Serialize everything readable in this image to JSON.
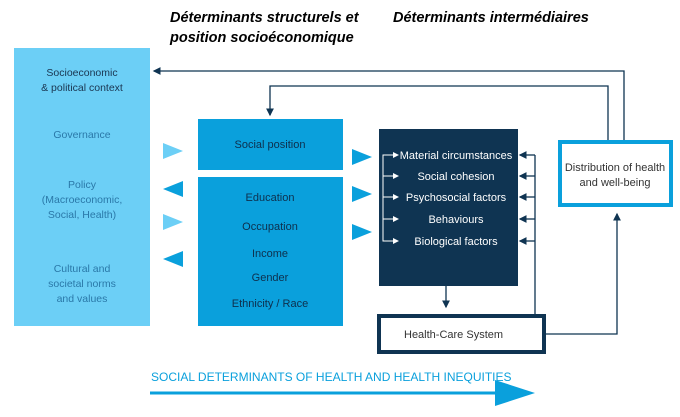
{
  "headers": {
    "structural_line1": "Déterminants structurels et",
    "structural_line2": "position  socioéconomique",
    "intermediate": "Déterminants intermédiaires"
  },
  "context_box": {
    "title_line1": "Socioeconomic",
    "title_line2": "& political context",
    "governance": "Governance",
    "policy_line1": "Policy",
    "policy_line2": "(Macroeconomic,",
    "policy_line3": "Social, Health)",
    "cultural_line1": "Cultural and",
    "cultural_line2": "societal norms",
    "cultural_line3": "and values"
  },
  "social_position": "Social position",
  "stratifiers": [
    "Education",
    "Occupation",
    "Income",
    "Gender",
    "Ethnicity / Race"
  ],
  "intermediary": [
    "Material circumstances",
    "Social cohesion",
    "Psychosocial factors",
    "Behaviours",
    "Biological factors"
  ],
  "health_care": "Health-Care System",
  "distribution_line1": "Distribution of health",
  "distribution_line2": "and well-being",
  "banner": "SOCIAL DETERMINANTS OF HEALTH AND HEALTH INEQUITIES",
  "colors": {
    "light": "#6ccff6",
    "mid": "#0aa0dc",
    "dark": "#0f3452"
  }
}
